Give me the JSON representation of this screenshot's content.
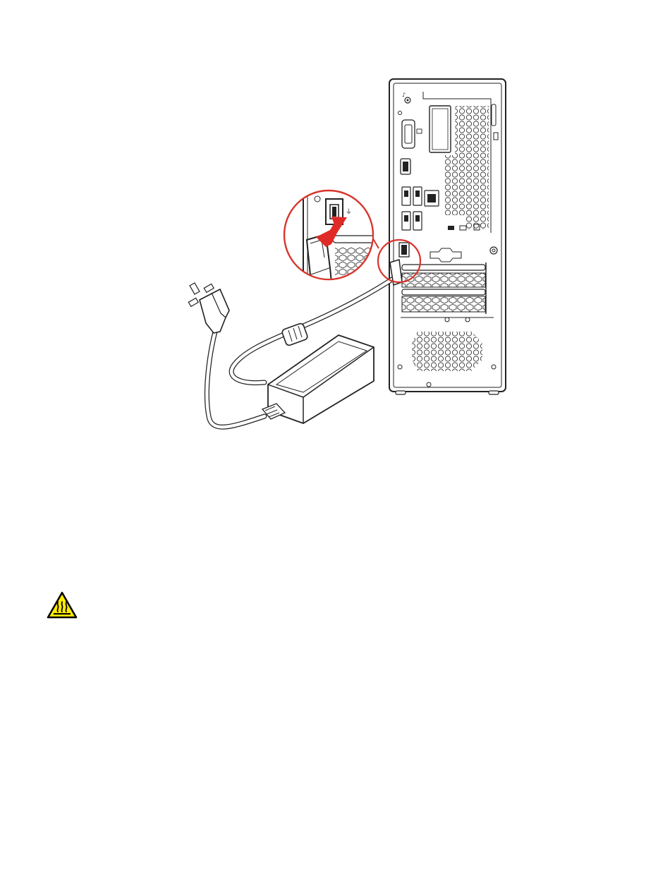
{
  "illustration": {
    "subject": "connecting-power-adapter-to-desktop-computer",
    "icons": [
      "computer-rear-panel",
      "power-adapter",
      "power-plug",
      "magnified-power-connector",
      "insert-arrow"
    ]
  },
  "warning": {
    "icon": "hot-surface-warning-icon",
    "color_fill": "#FFEB00",
    "color_outline": "#000000"
  },
  "colors": {
    "callout_circle": "#D9342B",
    "arrow": "#E02A26",
    "linework": "#222222"
  }
}
